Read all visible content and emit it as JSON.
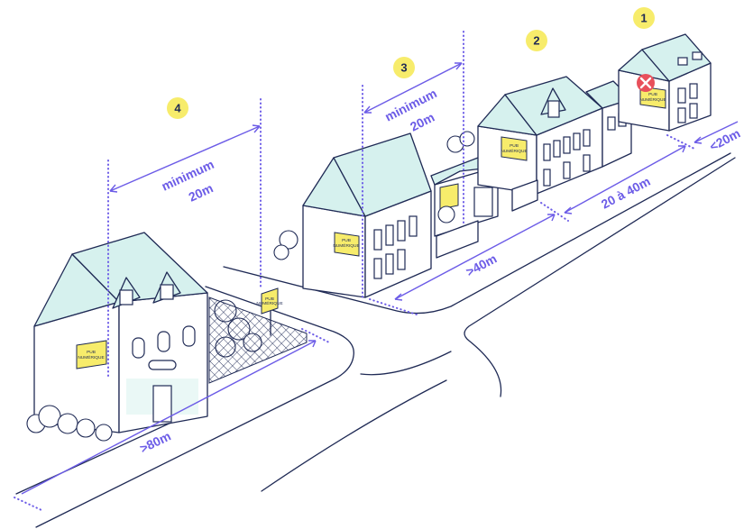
{
  "colors": {
    "accent": "#6c5ce7",
    "badge": "#f7ec6b",
    "roof": "#d6f1ee",
    "ink": "#1f2a55",
    "forbidden": "#e8505b"
  },
  "badges": [
    "1",
    "2",
    "3",
    "4"
  ],
  "sign": {
    "line1": "PUB",
    "line2": "NUMÉRIQUE"
  },
  "measures": {
    "m1_end": "<20m",
    "m2_between": "20 à 40m",
    "m2_length": ">40m",
    "m3_line1": "minimum",
    "m3_line2": "20m",
    "m4_line1": "minimum",
    "m4_line2": "20m",
    "m4_length": ">80m"
  },
  "icons": {
    "forbidden": "cross-circle-icon"
  }
}
